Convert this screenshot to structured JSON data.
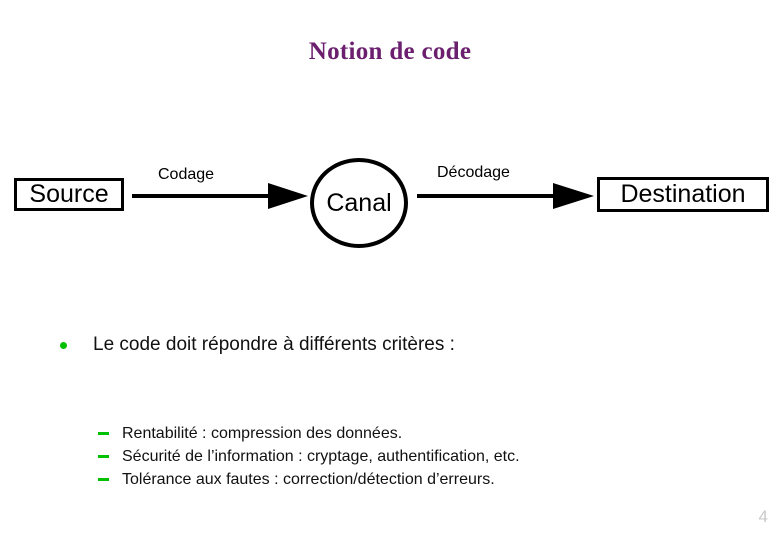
{
  "slide": {
    "title": "Notion de code",
    "title_color": "#6b1f6e",
    "background_color": "#ffffff",
    "page_number": "4"
  },
  "diagram": {
    "nodes": [
      {
        "id": "source",
        "label": "Source",
        "shape": "rectangle"
      },
      {
        "id": "canal",
        "label": "Canal",
        "shape": "circle"
      },
      {
        "id": "destination",
        "label": "Destination",
        "shape": "rectangle"
      }
    ],
    "edges": [
      {
        "id": "codage",
        "label": "Codage",
        "from": "source",
        "to": "canal",
        "arrow": "right-arrow-icon"
      },
      {
        "id": "decodage",
        "label": "Décodage",
        "from": "canal",
        "to": "destination",
        "arrow": "right-arrow-icon"
      }
    ],
    "stroke_color": "#000000"
  },
  "body": {
    "bullet_color": "#00c000",
    "bullet": "Le code doit répondre à différents critères :",
    "sub_bullets": [
      "Rentabilité : compression des données.",
      "Sécurité de l’information : cryptage, authentification, etc.",
      "Tolérance aux fautes : correction/détection d’erreurs."
    ]
  }
}
